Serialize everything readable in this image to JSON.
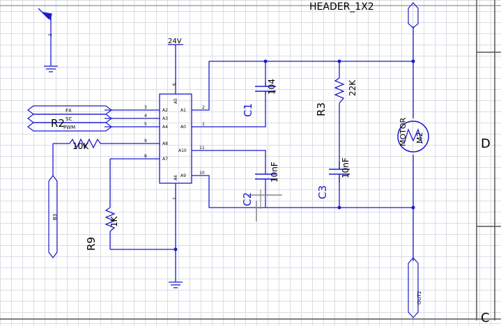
{
  "header_label": "HEADER_1X2",
  "power": {
    "label": "24V"
  },
  "ic": {
    "pins_left": [
      {
        "num": "3",
        "name": "A2"
      },
      {
        "num": "4",
        "name": "A3"
      },
      {
        "num": "5",
        "name": "A4"
      },
      {
        "num": "9",
        "name": "A8"
      },
      {
        "num": "8",
        "name": "A7"
      }
    ],
    "pins_right": [
      {
        "num": "2",
        "name": "A1"
      },
      {
        "num": "1",
        "name": "A0"
      },
      {
        "num": "11",
        "name": "A10"
      },
      {
        "num": "10",
        "name": "A9"
      }
    ],
    "pin_top": {
      "num": "6",
      "name": "A5"
    },
    "pin_bottom": {
      "num": "7",
      "name": "A6"
    }
  },
  "ports": {
    "fx": "FX",
    "sc": "SC",
    "pwm": "PWM",
    "b3": "B3",
    "out2": "OUT2"
  },
  "components": {
    "r2": {
      "ref": "R2",
      "value": "10K"
    },
    "r3": {
      "ref": "R3",
      "value": "22K"
    },
    "r9": {
      "ref": "R9",
      "value": "1K"
    },
    "c1": {
      "ref": "C1",
      "value": "104"
    },
    "c2": {
      "ref": "C2",
      "value": "10nF"
    },
    "c3": {
      "ref": "C3",
      "value": "10nF"
    },
    "motor": {
      "ref": "MOTOR",
      "value": "M2"
    }
  },
  "border": {
    "zone_d": "D",
    "zone_c": "C"
  },
  "misc_pin_2": "2",
  "colors": {
    "wire": "#1a1acc",
    "ref_text": "#1a1acc",
    "value_text": "#000000",
    "grid": "#d8dde3"
  }
}
